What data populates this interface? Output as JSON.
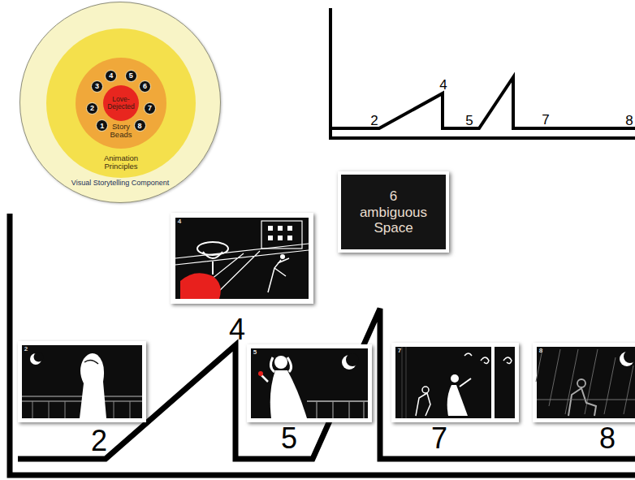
{
  "diagram": {
    "nodes": [
      {
        "text": [
          "Visual Storytelling Component"
        ]
      },
      {
        "text": [
          "Animation Principles"
        ],
        "in": 0
      },
      {
        "text": [
          "Story Beads"
        ],
        "in": 1
      },
      {
        "text": [
          "Love-Dejected"
        ],
        "in": 2
      },
      {
        "text": [
          "1"
        ],
        "in": 2
      },
      {
        "text": [
          "2"
        ],
        "in": 2
      },
      {
        "text": [
          "3"
        ],
        "in": 2
      },
      {
        "text": [
          "4"
        ],
        "in": 2
      },
      {
        "text": [
          "5"
        ],
        "in": 2
      },
      {
        "text": [
          "6"
        ],
        "in": 2
      },
      {
        "text": [
          "7"
        ],
        "in": 2
      },
      {
        "text": [
          "8"
        ],
        "in": 2
      },
      {
        "text": [
          "6 ambiguous Space"
        ]
      }
    ],
    "edges": [
      {
        "from": 4,
        "to": 5,
        "arrow": "none"
      },
      {
        "from": 5,
        "to": 6,
        "arrow": "none"
      },
      {
        "from": 6,
        "to": 7,
        "arrow": "none"
      },
      {
        "from": 7,
        "to": 8,
        "arrow": "none"
      },
      {
        "from": 8,
        "to": 9,
        "arrow": "none"
      },
      {
        "from": 9,
        "to": 10,
        "arrow": "none"
      },
      {
        "from": 10,
        "to": 11,
        "arrow": "none"
      }
    ],
    "labels": [
      "2",
      "4",
      "5",
      "7",
      "8",
      "4",
      "2",
      "5",
      "7",
      "8",
      "2",
      "4",
      "5",
      "7",
      "8"
    ]
  }
}
